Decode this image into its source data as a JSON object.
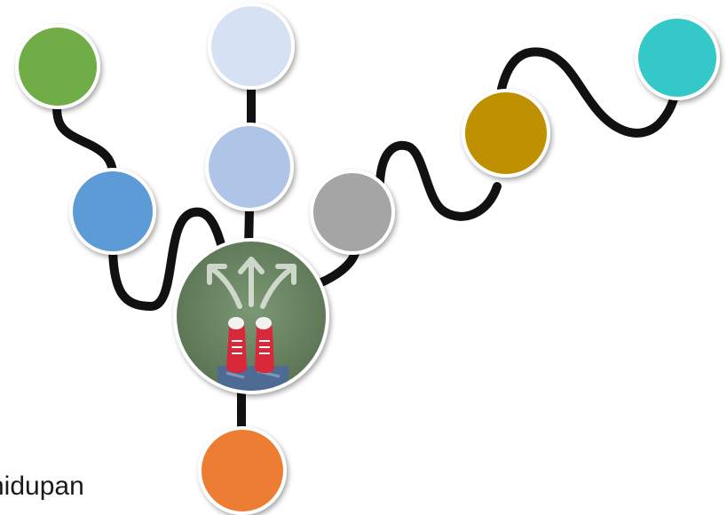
{
  "caption": {
    "text": "hidupan"
  },
  "nodes": [
    {
      "id": "green",
      "color": "#71ad47"
    },
    {
      "id": "blue",
      "color": "#5b9bd5"
    },
    {
      "id": "pale-blue",
      "color": "#d6e1f3"
    },
    {
      "id": "light-blue",
      "color": "#afc5e8"
    },
    {
      "id": "gray",
      "color": "#a5a5a5"
    },
    {
      "id": "gold",
      "color": "#bf9000"
    },
    {
      "id": "teal",
      "color": "#34c8c8"
    },
    {
      "id": "orange",
      "color": "#ed7d31"
    }
  ],
  "center_image": {
    "icon": "sneakers-with-chalk-arrows-icon",
    "background": "#6e8a66"
  },
  "connector_color": "#111111"
}
